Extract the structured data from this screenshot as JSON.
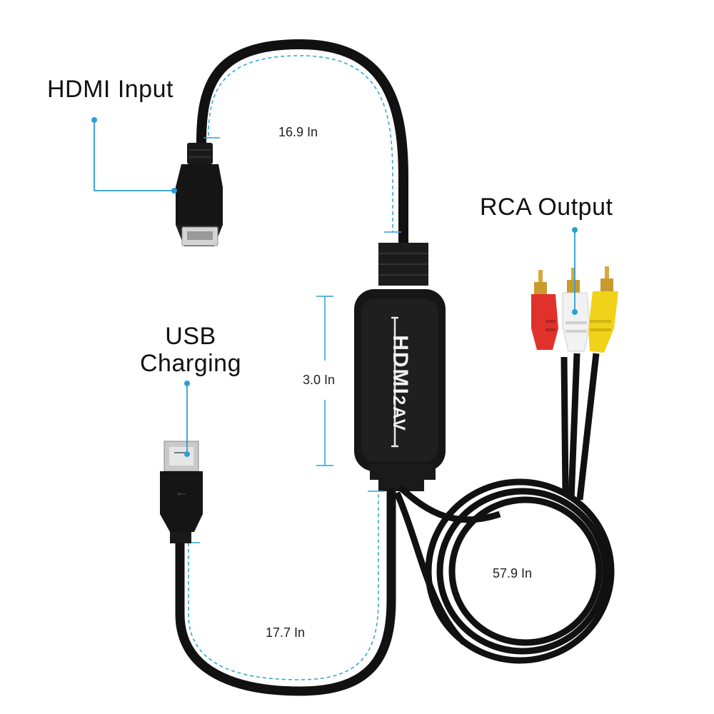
{
  "callouts": {
    "hdmi_input": "HDMI Input",
    "rca_output": "RCA Output",
    "usb_line1": "USB",
    "usb_line2": "Charging"
  },
  "dimensions": {
    "hdmi_cable": "16.9 In",
    "box_length": "3.0 In",
    "usb_cable": "17.7 In",
    "rca_cable": "57.9 In"
  },
  "device": {
    "brand_text": "HDMI",
    "model_text": "2AV"
  },
  "colors": {
    "cable": "#111111",
    "accent": "#2a9fd6",
    "rca_red": "#e0322b",
    "rca_white": "#f2f2f2",
    "rca_yellow": "#f0d21a",
    "gold": "#d9a93a"
  }
}
